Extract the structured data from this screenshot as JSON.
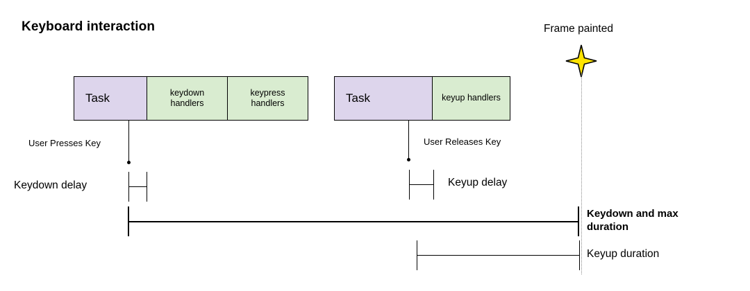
{
  "diagram": {
    "title": "Keyboard interaction",
    "background": "#ffffff",
    "colors": {
      "task_fill": "#ddd5ec",
      "handler_fill": "#d9ecd0",
      "stroke": "#000000",
      "star_fill": "#ffe400",
      "dotted_guide": "#888888"
    }
  },
  "tracks": {
    "first_group": {
      "task": "Task",
      "handler_1": "keydown\nhandlers",
      "handler_1_line1": "keydown",
      "handler_1_line2": "handlers",
      "handler_2_line1": "keypress",
      "handler_2_line2": "handlers"
    },
    "second_group": {
      "task": "Task",
      "handler_1": "keyup handlers"
    }
  },
  "events": {
    "press": "User Presses Key",
    "release": "User Releases Key",
    "frame": "Frame painted",
    "star": "four-point-star-icon"
  },
  "measures": [
    {
      "name": "keydown-delay",
      "label": "Keydown delay"
    },
    {
      "name": "keyup-delay",
      "label": "Keyup delay"
    },
    {
      "name": "keydown-max-duration",
      "label": "Keydown and max duration"
    },
    {
      "name": "keyup-duration",
      "label": "Keyup duration"
    }
  ],
  "measure_labels": {
    "keydown_delay": "Keydown delay",
    "keyup_delay": "Keyup delay",
    "keydown_max_duration": "Keydown and max duration",
    "keyup_duration": "Keyup duration"
  }
}
